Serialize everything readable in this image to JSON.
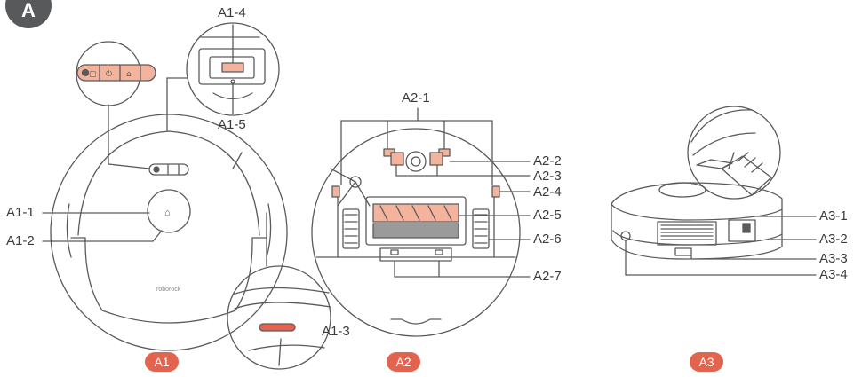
{
  "section": "A",
  "brand_text": "roborock",
  "colors": {
    "line": "#5a5a5a",
    "accent": "#e2644f",
    "highlight": "#f4b39c",
    "badge_dark": "#58595b"
  },
  "panels": [
    {
      "id": "A1",
      "label": "A1"
    },
    {
      "id": "A2",
      "label": "A2"
    },
    {
      "id": "A3",
      "label": "A3"
    }
  ],
  "callouts": {
    "a1_1": "A1-1",
    "a1_2": "A1-2",
    "a1_3": "A1-3",
    "a1_4": "A1-4",
    "a1_5": "A1-5",
    "a2_1": "A2-1",
    "a2_2": "A2-2",
    "a2_3": "A2-3",
    "a2_4": "A2-4",
    "a2_5": "A2-5",
    "a2_6": "A2-6",
    "a2_7": "A2-7",
    "a3_1": "A3-1",
    "a3_2": "A3-2",
    "a3_3": "A3-3",
    "a3_4": "A3-4"
  }
}
